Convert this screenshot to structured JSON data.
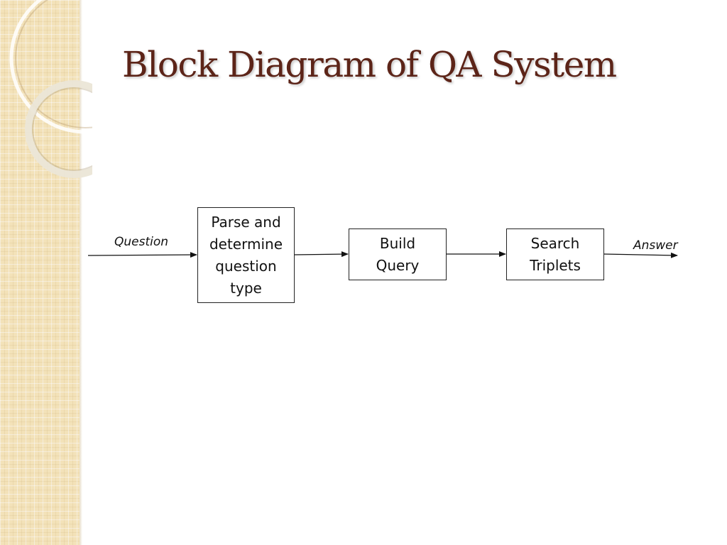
{
  "slide": {
    "title": "Block Diagram of QA System"
  },
  "diagram": {
    "input_label": "Question",
    "output_label": "Answer",
    "nodes": [
      {
        "id": "parse",
        "label": "Parse and\ndetermine\nquestion\ntype"
      },
      {
        "id": "build",
        "label": "Build\nQuery"
      },
      {
        "id": "search",
        "label": "Search\nTriplets"
      }
    ]
  },
  "colors": {
    "title": "#5c2418",
    "side_strip": "#f3e2b9",
    "box_border": "#222222"
  }
}
